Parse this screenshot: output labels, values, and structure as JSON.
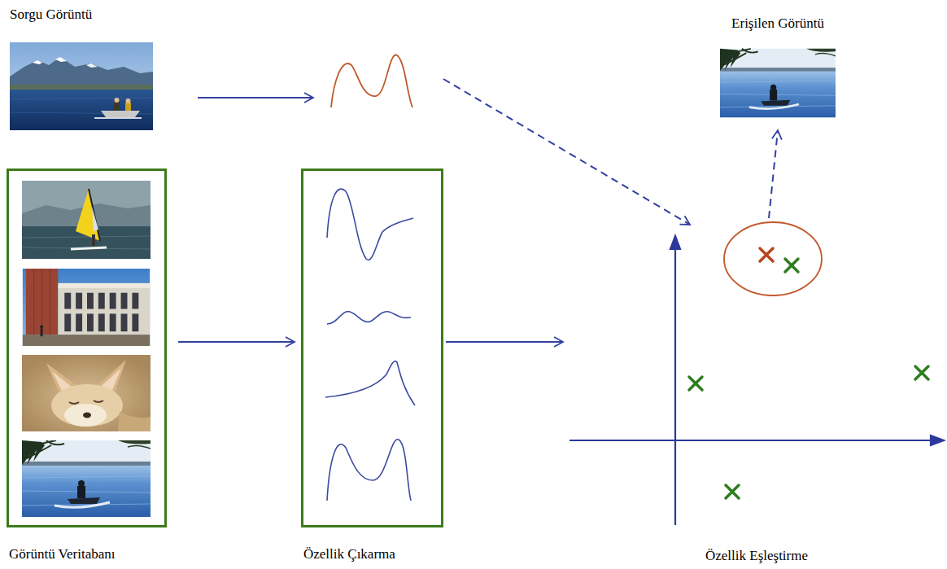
{
  "diagram": {
    "nodes": [
      {
        "text": [
          "Sorgu Görüntü"
        ]
      },
      {
        "text": [
          "Erişilen Görüntü"
        ]
      },
      {
        "text": [
          "Görüntü Veritabanı"
        ]
      },
      {
        "text": [
          "Özellik Çıkarma"
        ]
      },
      {
        "text": [
          "Özellik Eşleştirme"
        ]
      }
    ],
    "edges": [
      {
        "from": 2,
        "to": 3,
        "arrow": "to"
      },
      {
        "from": 3,
        "to": 4,
        "arrow": "to"
      },
      {
        "from": 4,
        "to": 1,
        "arrow": "to"
      }
    ]
  }
}
